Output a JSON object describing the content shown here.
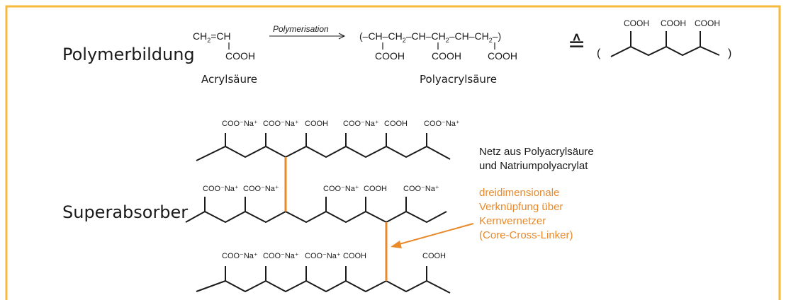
{
  "colors": {
    "frame": "#F6B93B",
    "accent": "#E8892B",
    "text": "#1a1a1a"
  },
  "rows": {
    "polymerbildung": "Polymerbildung",
    "superabsorber": "Superabsorber"
  },
  "reaction": {
    "monomer_top": "CH",
    "monomer_top_sub": "2",
    "monomer_eq": "=CH",
    "monomer_cooh": "COOH",
    "monomer_name": "Acrylsäure",
    "arrow_label": "Polymerisation",
    "polymer_chain": [
      "(–CH–CH",
      "2",
      "–CH–CH",
      "2",
      "–CH–CH",
      "2",
      "–)"
    ],
    "polymer_cooh": [
      "COOH",
      "COOH",
      "COOH"
    ],
    "polymer_name": "Polyacrylsäure",
    "equiv_symbol": "≙",
    "skeleton_cooh": [
      "COOH",
      "COOH",
      "COOH"
    ],
    "paren_open": "(",
    "paren_close": ")"
  },
  "network": {
    "chain1_labels": [
      "COO⁻Na⁺",
      "COO⁻Na⁺",
      "COOH",
      "COO⁻Na⁺",
      "COOH",
      "COO⁻Na⁺"
    ],
    "chain2_labels": [
      "COO⁻Na⁺",
      "COO⁻Na⁺",
      "COO⁻Na⁺",
      "COOH",
      "COO⁻Na⁺"
    ],
    "chain3_labels": [
      "COO⁻Na⁺",
      "COO⁻Na⁺",
      "COO⁻Na⁺",
      "COOH",
      "COOH"
    ],
    "note_net": [
      "Netz aus Polyacrylsäure",
      "und Natriumpolyacrylat"
    ],
    "note_link": [
      "dreidimensionale",
      "Verknüpfung über",
      "Kernvernetzer",
      "(Core-Cross-Linker)"
    ]
  }
}
